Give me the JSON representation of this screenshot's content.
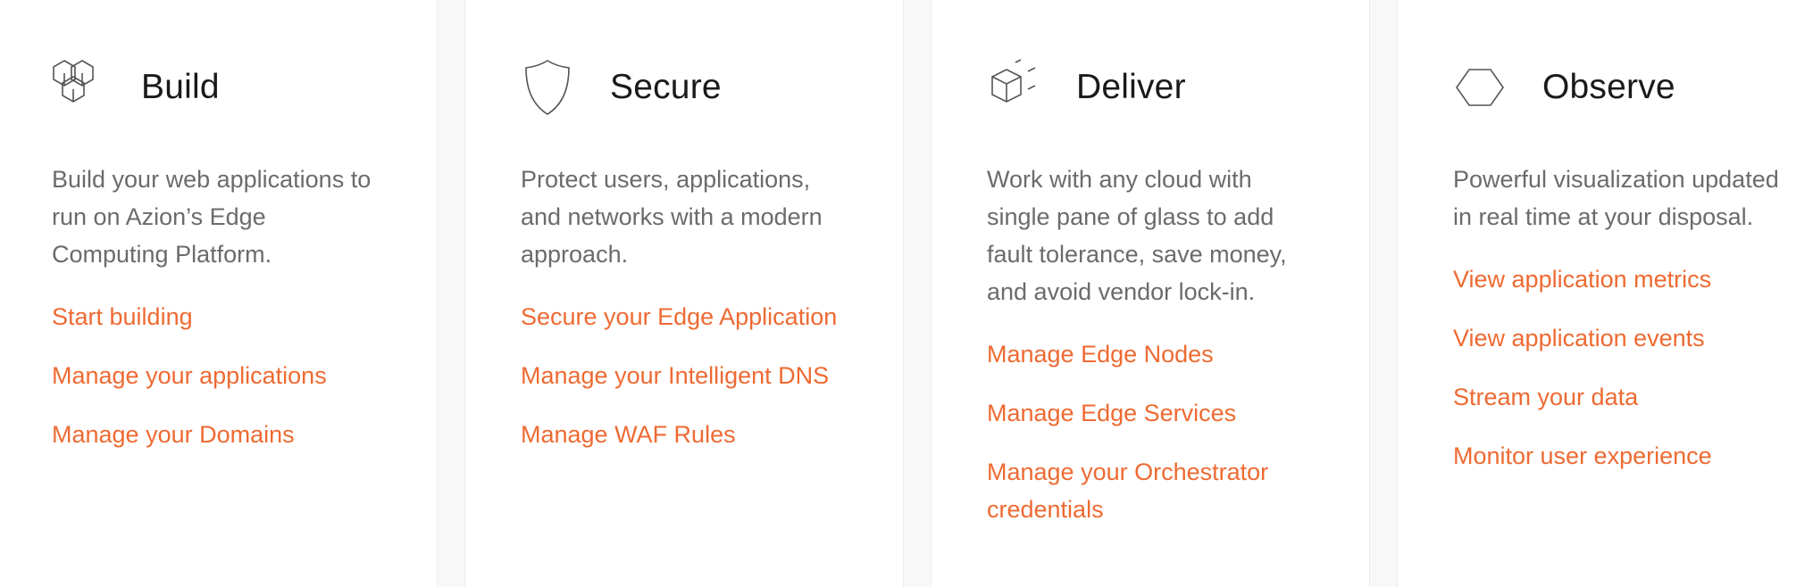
{
  "colors": {
    "background": "#f8f8f8",
    "card_background": "#ffffff",
    "title": "#1a1a1a",
    "description": "#6b6b6b",
    "link": "#ee6a32",
    "icon_stroke": "#555555"
  },
  "cards": [
    {
      "icon": "cubes-icon",
      "title": "Build",
      "description": "Build your web applications to run on Azion’s Edge Computing Platform.",
      "links": [
        "Start building",
        "Manage your applications",
        "Manage your Domains"
      ]
    },
    {
      "icon": "shield-icon",
      "title": "Secure",
      "description": "Protect users, applications, and networks with a modern approach.",
      "links": [
        "Secure your Edge Application",
        "Manage your Intelligent DNS",
        "Manage WAF Rules"
      ]
    },
    {
      "icon": "cube-delivery-icon",
      "title": "Deliver",
      "description": "Work with any cloud with single pane of glass to add fault tolerance, save money, and avoid vendor lock-in.",
      "links": [
        "Manage Edge Nodes",
        "Manage Edge Services",
        "Manage your Orchestrator credentials"
      ]
    },
    {
      "icon": "eye-icon",
      "title": "Observe",
      "description": "Powerful visualization updated in real time at your disposal.",
      "links": [
        "View application metrics",
        "View application events",
        "Stream your data",
        "Monitor user experience"
      ]
    }
  ]
}
